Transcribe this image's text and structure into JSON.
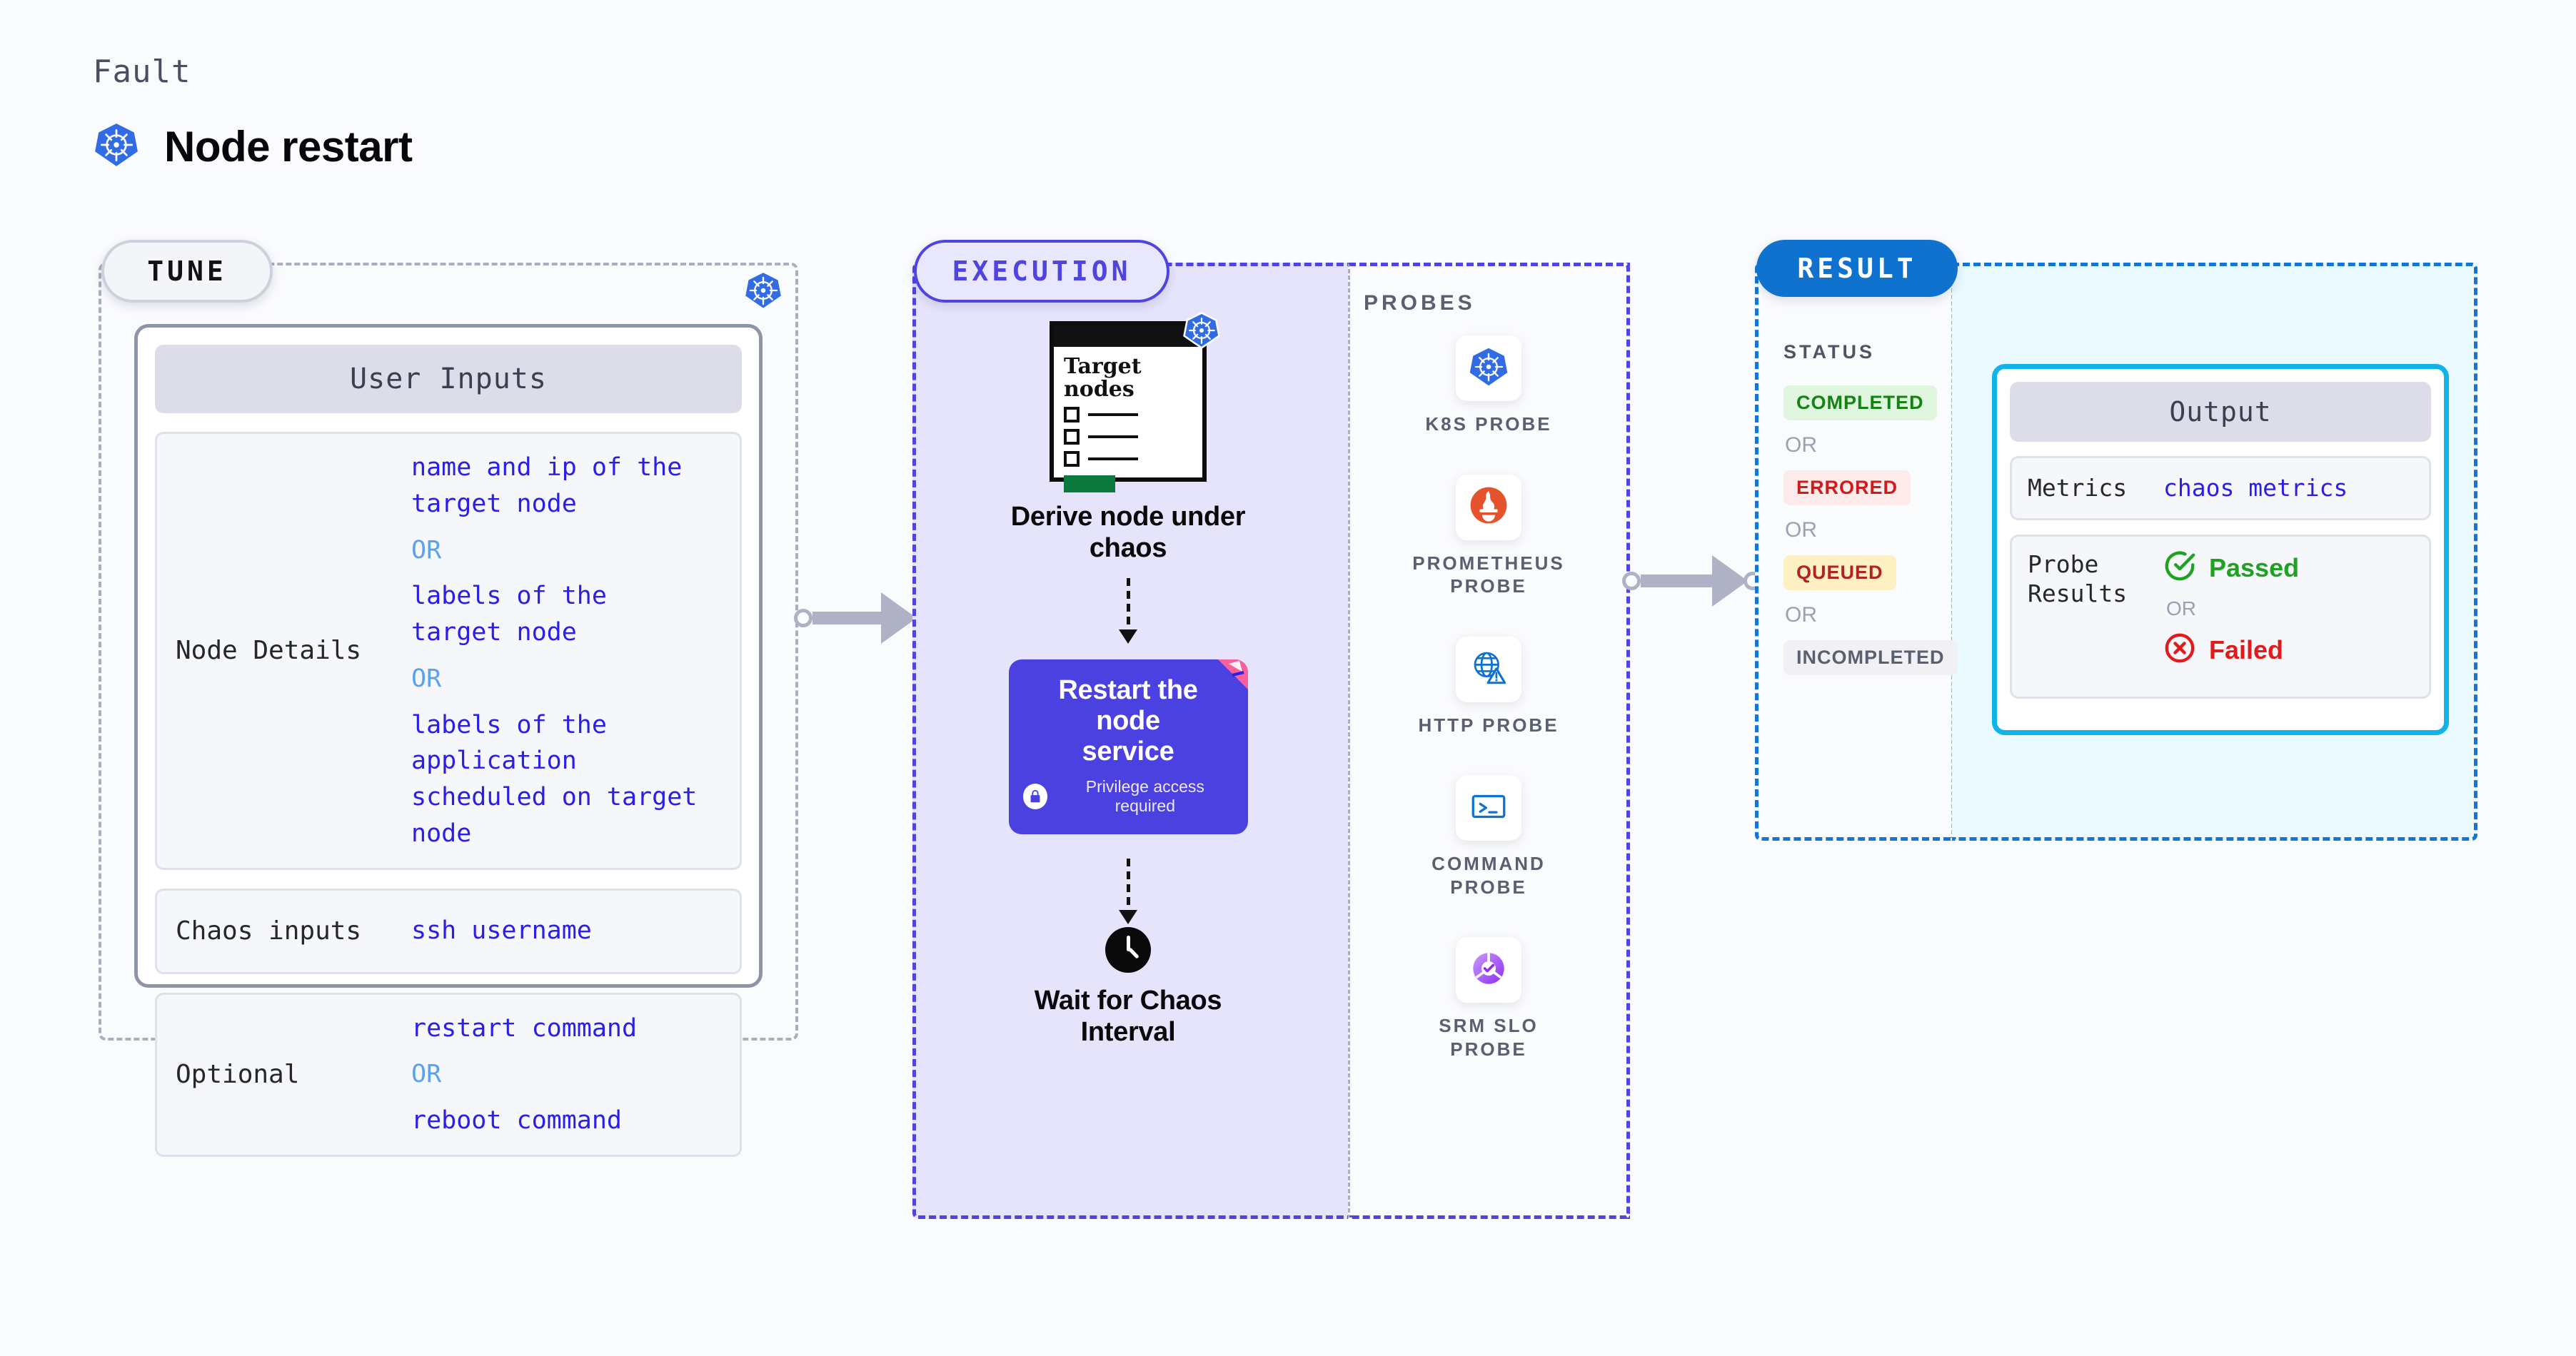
{
  "header": {
    "fault_label": "Fault",
    "title": "Node restart",
    "icon": "kubernetes-icon"
  },
  "tune": {
    "pill_label": "TUNE",
    "badge_icon": "kubernetes-icon",
    "card_title": "User Inputs",
    "rows": [
      {
        "key": "Node Details",
        "lines": [
          "name and ip of the",
          "target node"
        ],
        "or1": "OR",
        "lines2": [
          "labels of the",
          "target node"
        ],
        "or2": "OR",
        "lines3": [
          "labels of the application",
          " scheduled on target node"
        ]
      },
      {
        "key": "Chaos inputs",
        "value": "ssh username"
      },
      {
        "key": "Optional",
        "value1": "restart command",
        "or": "OR",
        "value2": "reboot command"
      }
    ]
  },
  "execution": {
    "pill_label": "EXECUTION",
    "target_card": {
      "title_line1": "Target",
      "title_line2": "nodes",
      "badge_icon": "kubernetes-icon",
      "checkbox_rows": 3
    },
    "step1_caption_line1": "Derive node under",
    "step1_caption_line2": "chaos",
    "action_box": {
      "title_line1": "Restart the node",
      "title_line2": "service",
      "note": "Privilege access required",
      "note_icon": "lock-icon",
      "ribbon_icon": "pink-ribbon-icon",
      "color": "#4b40e0"
    },
    "step3_icon": "clock-icon",
    "step3_caption_line1": "Wait for Chaos",
    "step3_caption_line2": "Interval"
  },
  "probes": {
    "label": "PROBES",
    "items": [
      {
        "icon": "kubernetes-icon",
        "label_line1": "K8S PROBE",
        "label_line2": ""
      },
      {
        "icon": "prometheus-icon",
        "label_line1": "PROMETHEUS",
        "label_line2": "PROBE"
      },
      {
        "icon": "globe-warning-icon",
        "label_line1": "HTTP PROBE",
        "label_line2": ""
      },
      {
        "icon": "terminal-icon",
        "label_line1": "COMMAND",
        "label_line2": "PROBE"
      },
      {
        "icon": "srm-slo-icon",
        "label_line1": "SRM SLO",
        "label_line2": "PROBE"
      }
    ]
  },
  "result": {
    "pill_label": "RESULT",
    "status_label": "STATUS",
    "or_label": "OR",
    "statuses": [
      {
        "label": "COMPLETED",
        "bg": "#dff5dd",
        "fg": "#148314"
      },
      {
        "label": "ERRORED",
        "bg": "#fdeaea",
        "fg": "#cf1b1b"
      },
      {
        "label": "QUEUED",
        "bg": "#fdf0c2",
        "fg": "#b32121"
      },
      {
        "label": "INCOMPLETED",
        "bg": "#f1f1f5",
        "fg": "#5a6070"
      }
    ],
    "output": {
      "title": "Output",
      "metrics_key": "Metrics",
      "metrics_value": "chaos metrics",
      "probe_results_key_line1": "Probe",
      "probe_results_key_line2": "Results",
      "passed_label": "Passed",
      "passed_icon": "check-circle-icon",
      "passed_color": "#21a121",
      "or_label": "OR",
      "failed_label": "Failed",
      "failed_icon": "x-circle-icon",
      "failed_color": "#e11b1b",
      "border_color": "#10b4e8"
    }
  },
  "connectors": {
    "arrow_icon": "arrow-right-icon",
    "color": "#aeb2c4"
  }
}
